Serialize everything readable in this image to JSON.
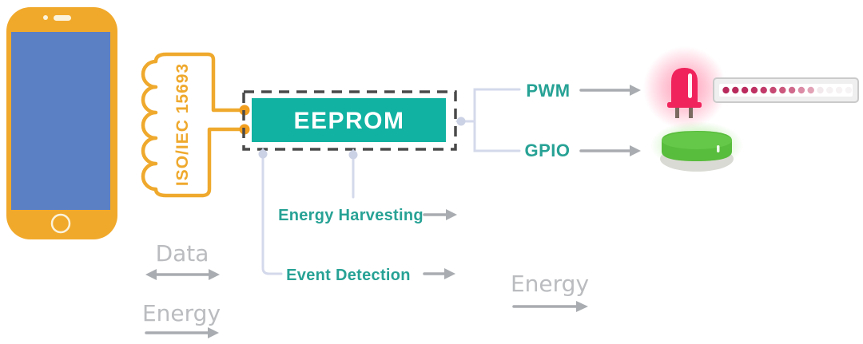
{
  "labels": {
    "nfc_standard": "ISO/IEC 15693",
    "chip": "EEPROM",
    "pwm": "PWM",
    "gpio": "GPIO",
    "energy_harvesting": "Energy Harvesting",
    "event_detection": "Event Detection",
    "legend_data": "Data",
    "legend_energy": "Energy",
    "energy_flow": "Energy"
  },
  "colors": {
    "phone_body": "#F1A92B",
    "phone_screen": "#5C80C4",
    "phone_detail": "#FBF3DC",
    "coil_stroke": "#EFA92D",
    "lead_dot": "#F29E1E",
    "chip_fill": "#12B2A2",
    "chip_text": "#FFFFFF",
    "dashed_border": "#4A4A4A",
    "label_teal": "#27A295",
    "gray_text": "#BABCBF",
    "gray_arrow": "#A9ACB0",
    "connector_line": "#D4D9EB",
    "connector_pin": "#CCD2E5",
    "led_red": "#F0235C",
    "led_glow": "#FF4A7C",
    "led_leg": "#7A6A60",
    "strip_border": "#CACACA",
    "strip_fill": "#EFEFEF",
    "strip_inner": "#FFFFFF",
    "button_green": "#58BC3C",
    "button_top": "#65C848",
    "button_base": "#DADAD4",
    "button_glow": "#72D94E"
  },
  "led_strip": {
    "dot_colors": [
      "#B82A5B",
      "#B82A5B",
      "#BB2B5E",
      "#BE3163",
      "#C13A69",
      "#C64973",
      "#CC587E",
      "#D06A8C",
      "#DB8BA5",
      "#E2A2B6",
      "#F2E9EC",
      "#F5F0F1",
      "#F6F2F3",
      "#F7F4F5"
    ]
  }
}
